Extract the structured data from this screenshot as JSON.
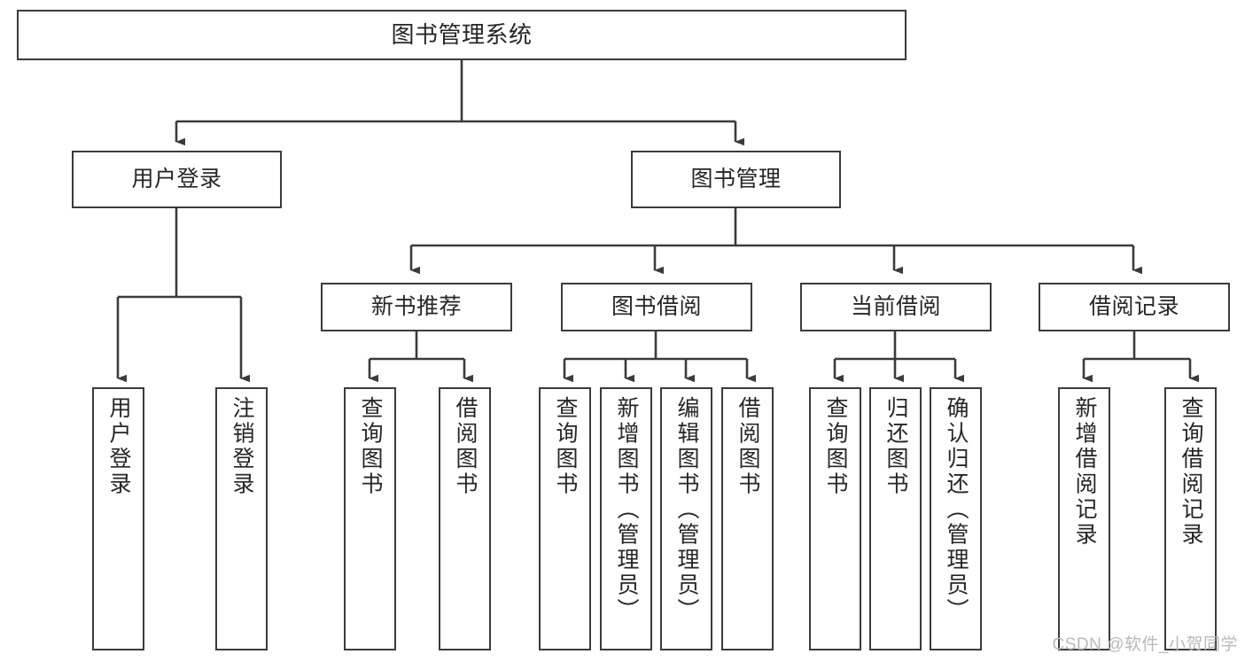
{
  "diagram": {
    "title": "图书管理系统",
    "type": "tree-hierarchy",
    "watermark": "CSDN @软件_小贺同学",
    "colors": {
      "stroke": "#3b3b3b",
      "fill": "#ffffff",
      "text": "#262626",
      "watermark": "#b9b9b9"
    },
    "levels": {
      "root": {
        "label": "图书管理系统"
      },
      "level1": [
        {
          "label": "用户登录"
        },
        {
          "label": "图书管理"
        }
      ],
      "level2": [
        {
          "label": "新书推荐"
        },
        {
          "label": "图书借阅"
        },
        {
          "label": "当前借阅"
        },
        {
          "label": "借阅记录"
        }
      ],
      "leaves": [
        {
          "label": "用户登录",
          "parent": "用户登录"
        },
        {
          "label": "注销登录",
          "parent": "用户登录"
        },
        {
          "label": "查询图书",
          "parent": "新书推荐"
        },
        {
          "label": "借阅图书",
          "parent": "新书推荐"
        },
        {
          "label": "查询图书",
          "parent": "图书借阅"
        },
        {
          "label": "新增图书（管理员）",
          "parent": "图书借阅"
        },
        {
          "label": "编辑图书（管理员）",
          "parent": "图书借阅"
        },
        {
          "label": "借阅图书",
          "parent": "图书借阅"
        },
        {
          "label": "查询图书",
          "parent": "当前借阅"
        },
        {
          "label": "归还图书",
          "parent": "当前借阅"
        },
        {
          "label": "确认归还（管理员）",
          "parent": "当前借阅"
        },
        {
          "label": "新增借阅记录",
          "parent": "借阅记录"
        },
        {
          "label": "查询借阅记录",
          "parent": "借阅记录"
        }
      ]
    }
  }
}
